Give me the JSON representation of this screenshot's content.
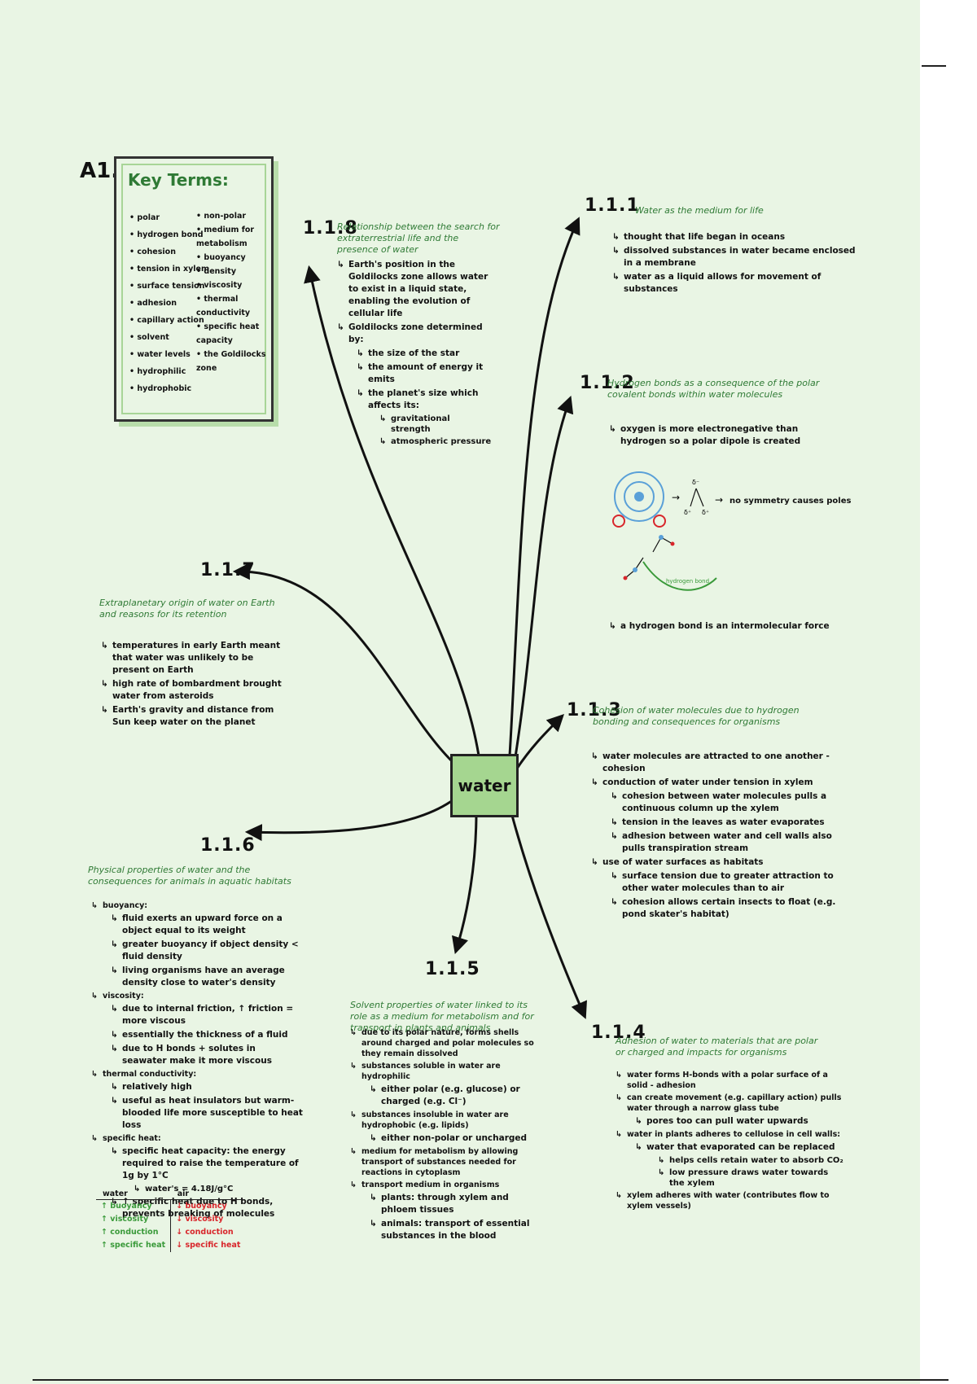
{
  "header": {
    "code": "A1.1"
  },
  "key_terms": {
    "title": "Key Terms:",
    "col1": [
      "polar",
      "hydrogen bond",
      "cohesion",
      "tension in xylem",
      "surface tension",
      "adhesion",
      "capillary action",
      "solvent",
      "water levels",
      "hydrophilic",
      "hydrophobic"
    ],
    "col2": [
      "non-polar",
      "medium for metabolism",
      "buoyancy",
      "density",
      "viscosity",
      "thermal conductivity",
      "specific heat capacity",
      "the Goldilocks zone"
    ]
  },
  "center": {
    "label": "water"
  },
  "sections": {
    "s118": {
      "code": "1.1.8",
      "title": "Relationship between the search for extraterrestrial life and the presence of water",
      "points": [
        "Earth's position in the Goldilocks zone allows water to exist in a liquid state, enabling the evolution of cellular life",
        "Goldilocks zone determined by:"
      ],
      "sub": [
        "the size of the star",
        "the amount of energy it emits",
        "the planet's size which affects its:"
      ],
      "subsub": [
        "gravitational strength",
        "atmospheric pressure"
      ]
    },
    "s111": {
      "code": "1.1.1",
      "title": "Water as the medium for life",
      "points": [
        "thought that life began in oceans",
        "dissolved substances in water became enclosed in a membrane",
        "water as a liquid allows for movement of substances"
      ]
    },
    "s112": {
      "code": "1.1.2",
      "title": "Hydrogen bonds as a consequence of the polar covalent bonds within water molecules",
      "points": [
        "oxygen is more electronegative than hydrogen so a polar dipole is created"
      ],
      "diagram_note": "no symmetry causes poles",
      "hbond_label": "hydrogen bond",
      "last_point": "a hydrogen bond is an intermolecular force"
    },
    "s117": {
      "code": "1.1.7",
      "title": "Extraplanetary origin of water on Earth and reasons for its retention",
      "points": [
        "temperatures in early Earth meant that water was unlikely to be present on Earth",
        "high rate of bombardment brought water from asteroids",
        "Earth's gravity and distance from Sun keep water on the planet"
      ]
    },
    "s113": {
      "code": "1.1.3",
      "title": "Cohesion of water molecules due to hydrogen bonding and consequences for organisms",
      "points": [
        "water molecules are attracted to one another - cohesion",
        "conduction of water under tension in xylem"
      ],
      "sub": [
        "cohesion between water molecules pulls a continuous column up the xylem",
        "tension in the leaves as water evaporates",
        "adhesion between water and cell walls also pulls transpiration stream"
      ],
      "points2": [
        "use of water surfaces as habitats"
      ],
      "sub2": [
        "surface tension due to greater attraction to other water molecules than to air",
        "cohesion allows certain insects to float (e.g. pond skater's habitat)"
      ]
    },
    "s116": {
      "code": "1.1.6",
      "title": "Physical properties of water and the consequences for animals in aquatic habitats",
      "buoyancy_h": "buoyancy:",
      "buoyancy": [
        "fluid exerts an upward force on a object equal to its weight",
        "greater buoyancy if object density < fluid density",
        "living organisms have an average density close to water's density"
      ],
      "viscosity_h": "viscosity:",
      "viscosity": [
        "due to internal friction, ↑ friction = more viscous",
        "essentially the thickness of a fluid",
        "due to H bonds + solutes in seawater make it more viscous"
      ],
      "thermal_h": "thermal conductivity:",
      "thermal": [
        "relatively high",
        "useful as heat insulators but warm-blooded life more susceptible to heat loss"
      ],
      "shc_h": "specific heat:",
      "shc": [
        "specific heat capacity: the energy required to raise the temperature of 1g by 1°C"
      ],
      "shc_value": "water's = 4.18J/g°C",
      "shc_last": "↑ specific heat due to H bonds, prevents breaking of molecules",
      "table": {
        "h1": "water",
        "h2": "air",
        "rows": [
          [
            "↑ buoyancy",
            "↓ buoyancy"
          ],
          [
            "↑ viscosity",
            "↓ viscosity"
          ],
          [
            "↑ conduction",
            "↓ conduction"
          ],
          [
            "↑ specific heat",
            "↓ specific heat"
          ]
        ]
      }
    },
    "s115": {
      "code": "1.1.5",
      "title": "Solvent properties of water linked to its role as a medium for metabolism and for transport in plants and animals",
      "points": [
        "due to its polar nature, forms shells around charged and polar molecules so they remain dissolved",
        "substances soluble in water are hydrophilic"
      ],
      "sub1": [
        "either polar (e.g. glucose) or charged (e.g. Cl⁻)"
      ],
      "points2": [
        "substances insoluble in water are hydrophobic (e.g. lipids)"
      ],
      "sub2": [
        "either non-polar or uncharged"
      ],
      "points3": [
        "medium for metabolism by allowing transport of substances needed for reactions in cytoplasm",
        "transport medium in organisms"
      ],
      "sub3": [
        "plants: through xylem and phloem tissues",
        "animals: transport of essential substances in the blood"
      ]
    },
    "s114": {
      "code": "1.1.4",
      "title": "Adhesion of water to materials that are polar or charged and impacts for organisms",
      "points": [
        "water forms H-bonds with a polar surface of a solid - adhesion",
        "can create movement (e.g. capillary action) pulls water through a narrow glass tube"
      ],
      "sub1": [
        "pores too can pull water upwards"
      ],
      "points2": [
        "water in plants adheres to cellulose in cell walls:"
      ],
      "sub2": [
        "water that evaporated can be replaced"
      ],
      "dots": [
        "helps cells retain water to absorb CO₂",
        "low pressure draws water towards the xylem"
      ],
      "points3": [
        "xylem adheres with water (contributes flow to xylem vessels)"
      ]
    }
  }
}
